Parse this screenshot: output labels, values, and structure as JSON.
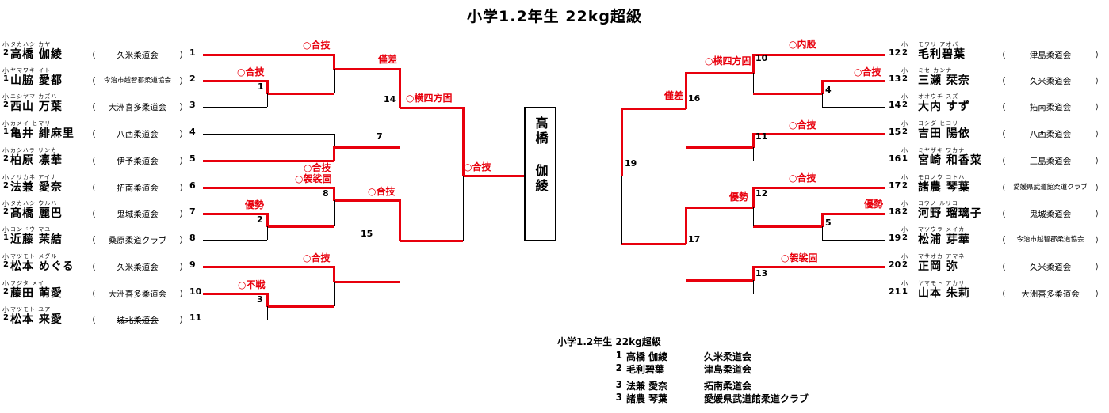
{
  "title": "小学1.2年生 22kg超級",
  "champion": {
    "name": "高橋 伽綾"
  },
  "colors": {
    "winner_path_red": "#e8000d",
    "line_black": "#000000"
  },
  "players_left": [
    {
      "num": "1",
      "school": "小",
      "grade": "2",
      "kana": "タカハシ カヤ",
      "name": "高橋 伽綾",
      "club": "久米柔道会",
      "struck": false
    },
    {
      "num": "2",
      "school": "小",
      "grade": "1",
      "kana": "ヤマワキ イト",
      "name": "山脇 愛都",
      "club": "今治市越智郡柔道協会",
      "struck": false
    },
    {
      "num": "3",
      "school": "小",
      "grade": "2",
      "kana": "ニシヤマ カズハ",
      "name": "西山 万葉",
      "club": "大洲喜多柔道会",
      "struck": false
    },
    {
      "num": "4",
      "school": "小",
      "grade": "1",
      "kana": "カメイ ヒマリ",
      "name": "亀井 緋麻里",
      "club": "八西柔道会",
      "struck": false
    },
    {
      "num": "5",
      "school": "小",
      "grade": "2",
      "kana": "カシハラ リンカ",
      "name": "柏原 凛華",
      "club": "伊予柔道会",
      "struck": false
    },
    {
      "num": "6",
      "school": "小",
      "grade": "2",
      "kana": "ノリカネ アイナ",
      "name": "法兼 愛奈",
      "club": "拓南柔道会",
      "struck": false
    },
    {
      "num": "7",
      "school": "小",
      "grade": "2",
      "kana": "タカハシ ウルハ",
      "name": "髙橋 麗巴",
      "club": "鬼城柔道会",
      "struck": false
    },
    {
      "num": "8",
      "school": "小",
      "grade": "1",
      "kana": "コンドウ マユ",
      "name": "近藤 茉結",
      "club": "桑原柔道クラブ",
      "struck": false
    },
    {
      "num": "9",
      "school": "小",
      "grade": "2",
      "kana": "マツモト メグル",
      "name": "松本 めぐる",
      "club": "久米柔道会",
      "struck": false
    },
    {
      "num": "10",
      "school": "小",
      "grade": "2",
      "kana": "フジタ メイ",
      "name": "藤田 萌愛",
      "club": "大洲喜多柔道会",
      "struck": false
    },
    {
      "num": "11",
      "school": "小",
      "grade": "2",
      "kana": "マツモト ユア",
      "name": "松本 来愛",
      "club": "城北柔道会",
      "struck": true
    }
  ],
  "players_right": [
    {
      "num": "12",
      "school": "小",
      "grade": "2",
      "kana": "モウリ アオバ",
      "name": "毛利碧葉",
      "club": "津島柔道会",
      "struck": false
    },
    {
      "num": "13",
      "school": "小",
      "grade": "2",
      "kana": "ミセ カンナ",
      "name": "三瀬 栞奈",
      "club": "久米柔道会",
      "struck": false
    },
    {
      "num": "14",
      "school": "小",
      "grade": "2",
      "kana": "オオウチ スズ",
      "name": "大内 すず",
      "club": "拓南柔道会",
      "struck": false
    },
    {
      "num": "15",
      "school": "小",
      "grade": "2",
      "kana": "ヨシダ ヒヨリ",
      "name": "吉田 陽依",
      "club": "八西柔道会",
      "struck": false
    },
    {
      "num": "16",
      "school": "小",
      "grade": "1",
      "kana": "ミヤザキ ワカナ",
      "name": "宮崎 和香菜",
      "club": "三島柔道会",
      "struck": false
    },
    {
      "num": "17",
      "school": "小",
      "grade": "2",
      "kana": "モロノウ コトハ",
      "name": "諸農 琴葉",
      "club": "愛媛県武道館柔道クラブ",
      "struck": false
    },
    {
      "num": "18",
      "school": "小",
      "grade": "2",
      "kana": "コウノ ルリコ",
      "name": "河野 瑠璃子",
      "club": "鬼城柔道会",
      "struck": false
    },
    {
      "num": "19",
      "school": "小",
      "grade": "2",
      "kana": "マツウラ メイカ",
      "name": "松浦 芽華",
      "club": "今治市越智郡柔道協会",
      "struck": false
    },
    {
      "num": "20",
      "school": "小",
      "grade": "2",
      "kana": "マサオカ アマネ",
      "name": "正岡 弥",
      "club": "久米柔道会",
      "struck": false
    },
    {
      "num": "21",
      "school": "小",
      "grade": "1",
      "kana": "ヤマモト アカリ",
      "name": "山本 朱莉",
      "club": "大洲喜多柔道会",
      "struck": false
    }
  ],
  "matches": {
    "m1": {
      "num": "1",
      "result": "○合技"
    },
    "m2": {
      "num": "2",
      "result": "優勢"
    },
    "m3": {
      "num": "3",
      "result": "○不戦"
    },
    "m4": {
      "num": "4",
      "result": "○合技"
    },
    "m5": {
      "num": "5",
      "result": "優勢"
    },
    "m7": {
      "num": "7",
      "result": "○合技"
    },
    "m8": {
      "num": "8",
      "result": "○袈裟固"
    },
    "m10": {
      "num": "10",
      "result": "○内股"
    },
    "m11": {
      "num": "11",
      "result": "○合技"
    },
    "m12": {
      "num": "12",
      "result": "○合技"
    },
    "m13": {
      "num": "13",
      "result": "○袈裟固"
    },
    "m14": {
      "num": "14",
      "result": "僅差"
    },
    "m15": {
      "num": "15",
      "result": "○合技"
    },
    "m16": {
      "num": "16",
      "result": "○横四方固"
    },
    "m17": {
      "num": "17",
      "result": "優勢"
    },
    "m19": {
      "num": "19",
      "result": "僅差"
    },
    "round2_top_left": {
      "result": "○合技"
    },
    "round2_bottom_left": {
      "result": "○合技"
    },
    "left_final": {
      "result": "○横四方固"
    },
    "final": {
      "result": "○合技"
    }
  },
  "results": {
    "heading": "小学1.2年生  22kg超級",
    "rows": [
      {
        "rank": "1",
        "name": "高橋 伽綾",
        "club": "久米柔道会"
      },
      {
        "rank": "2",
        "name": "毛利碧葉",
        "club": "津島柔道会"
      },
      {
        "rank": "3",
        "name": "法兼 愛奈",
        "club": "拓南柔道会"
      },
      {
        "rank": "3",
        "name": "諸農 琴葉",
        "club": "愛媛県武道館柔道クラブ"
      }
    ]
  }
}
